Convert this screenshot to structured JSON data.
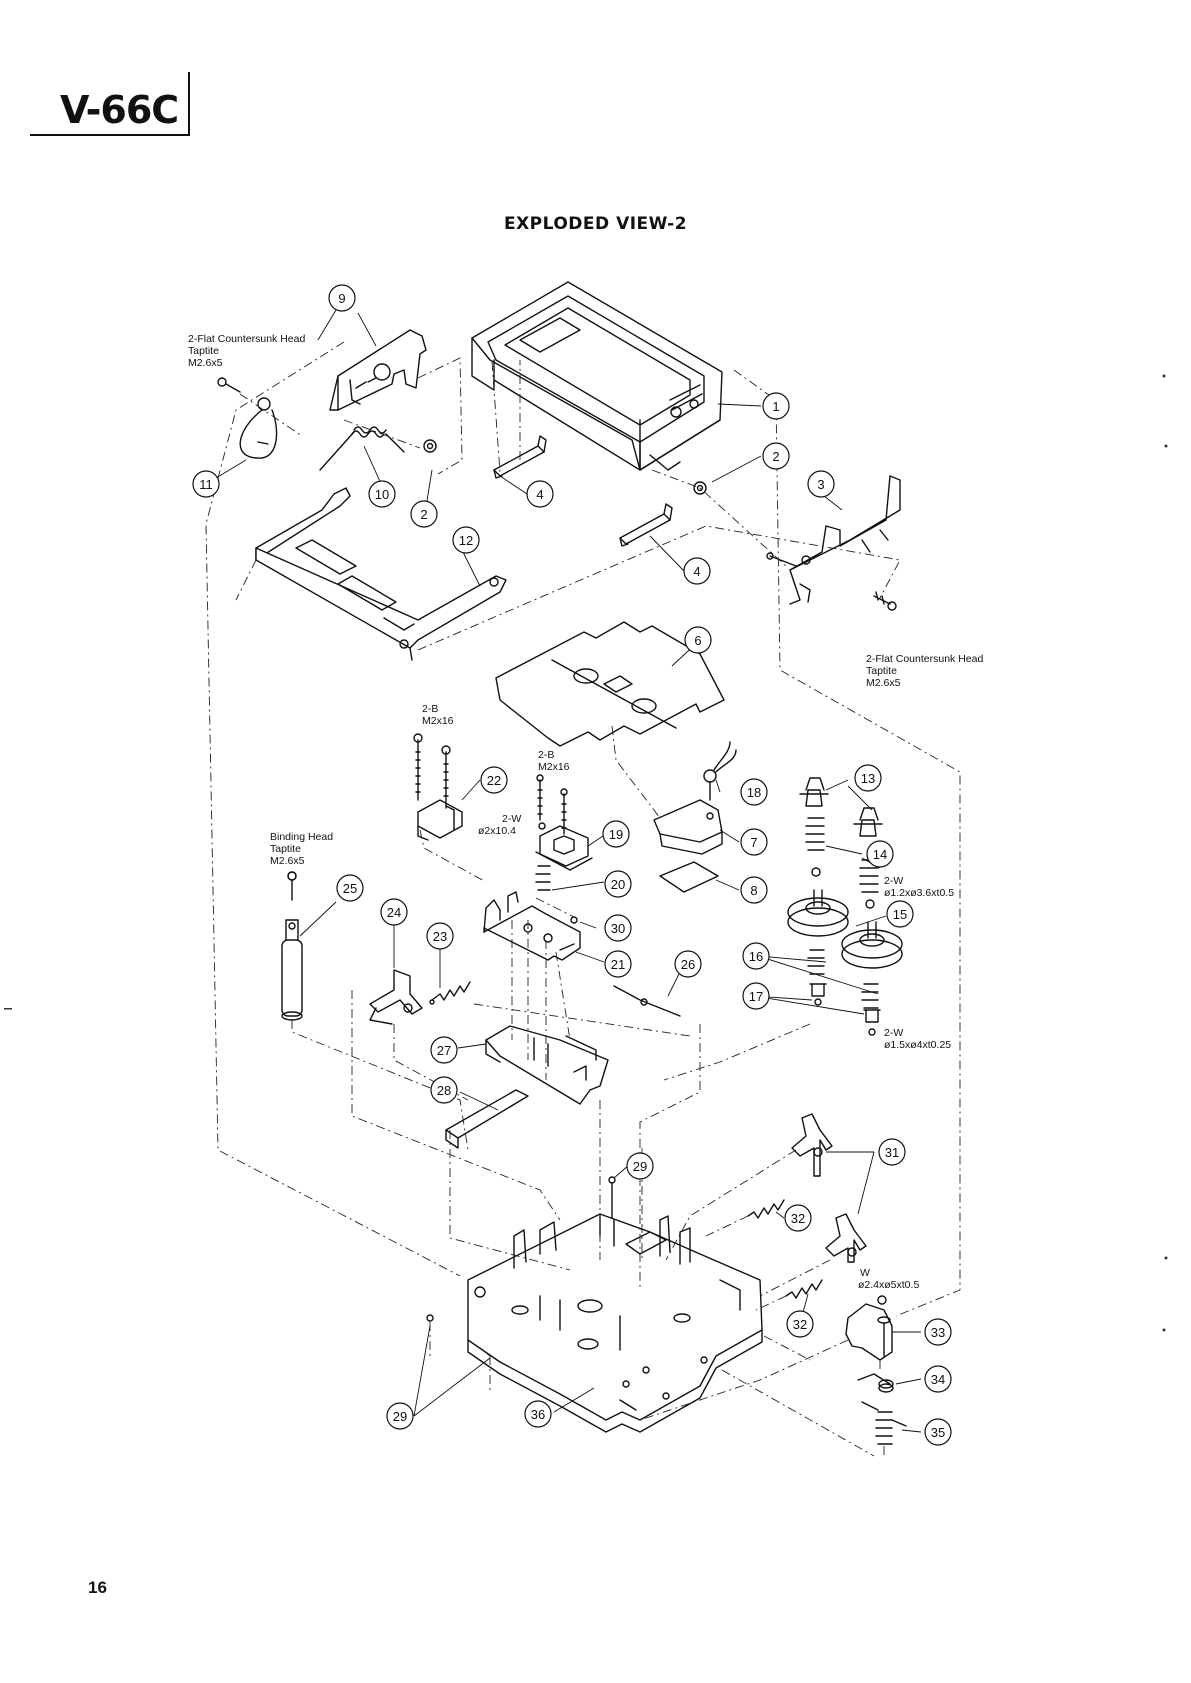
{
  "page": {
    "model": "V-66C",
    "title": "EXPLODED VIEW-2",
    "page_number": "16"
  },
  "callouts": [
    {
      "id": "c1",
      "n": "1"
    },
    {
      "id": "c2a",
      "n": "2"
    },
    {
      "id": "c2b",
      "n": "2"
    },
    {
      "id": "c3",
      "n": "3"
    },
    {
      "id": "c4a",
      "n": "4"
    },
    {
      "id": "c4b",
      "n": "4"
    },
    {
      "id": "c6",
      "n": "6"
    },
    {
      "id": "c7",
      "n": "7"
    },
    {
      "id": "c8",
      "n": "8"
    },
    {
      "id": "c9",
      "n": "9"
    },
    {
      "id": "c10",
      "n": "10"
    },
    {
      "id": "c11",
      "n": "11"
    },
    {
      "id": "c12",
      "n": "12"
    },
    {
      "id": "c13",
      "n": "13"
    },
    {
      "id": "c14",
      "n": "14"
    },
    {
      "id": "c15",
      "n": "15"
    },
    {
      "id": "c16",
      "n": "16"
    },
    {
      "id": "c17",
      "n": "17"
    },
    {
      "id": "c18",
      "n": "18"
    },
    {
      "id": "c19",
      "n": "19"
    },
    {
      "id": "c20",
      "n": "20"
    },
    {
      "id": "c21",
      "n": "21"
    },
    {
      "id": "c22",
      "n": "22"
    },
    {
      "id": "c23",
      "n": "23"
    },
    {
      "id": "c24",
      "n": "24"
    },
    {
      "id": "c25",
      "n": "25"
    },
    {
      "id": "c26",
      "n": "26"
    },
    {
      "id": "c27",
      "n": "27"
    },
    {
      "id": "c28",
      "n": "28"
    },
    {
      "id": "c29a",
      "n": "29"
    },
    {
      "id": "c29b",
      "n": "29"
    },
    {
      "id": "c30",
      "n": "30"
    },
    {
      "id": "c31",
      "n": "31"
    },
    {
      "id": "c32a",
      "n": "32"
    },
    {
      "id": "c32b",
      "n": "32"
    },
    {
      "id": "c33",
      "n": "33"
    },
    {
      "id": "c34",
      "n": "34"
    },
    {
      "id": "c35",
      "n": "35"
    },
    {
      "id": "c36",
      "n": "36"
    }
  ],
  "notes": {
    "screw_left": [
      "2-Flat Countersunk Head",
      "Taptite",
      "M2.6x5"
    ],
    "screw_right": [
      "2-Flat Countersunk Head",
      "Taptite",
      "M2.6x5"
    ],
    "screw_2b_a": [
      "2-B",
      "M2x16"
    ],
    "screw_2b_b": [
      "2-B",
      "M2x16"
    ],
    "washer_2w_a": [
      "2-W",
      "ø2x10.4"
    ],
    "binding": [
      "Binding Head",
      "Taptite",
      "M2.6x5"
    ],
    "washer_2w_b": [
      "2-W",
      "ø1.2xø3.6xt0.5"
    ],
    "washer_2w_c": [
      "2-W",
      "ø1.5xø4xt0.25"
    ],
    "washer_w": [
      "W",
      "ø2.4xø5xt0.5"
    ]
  }
}
